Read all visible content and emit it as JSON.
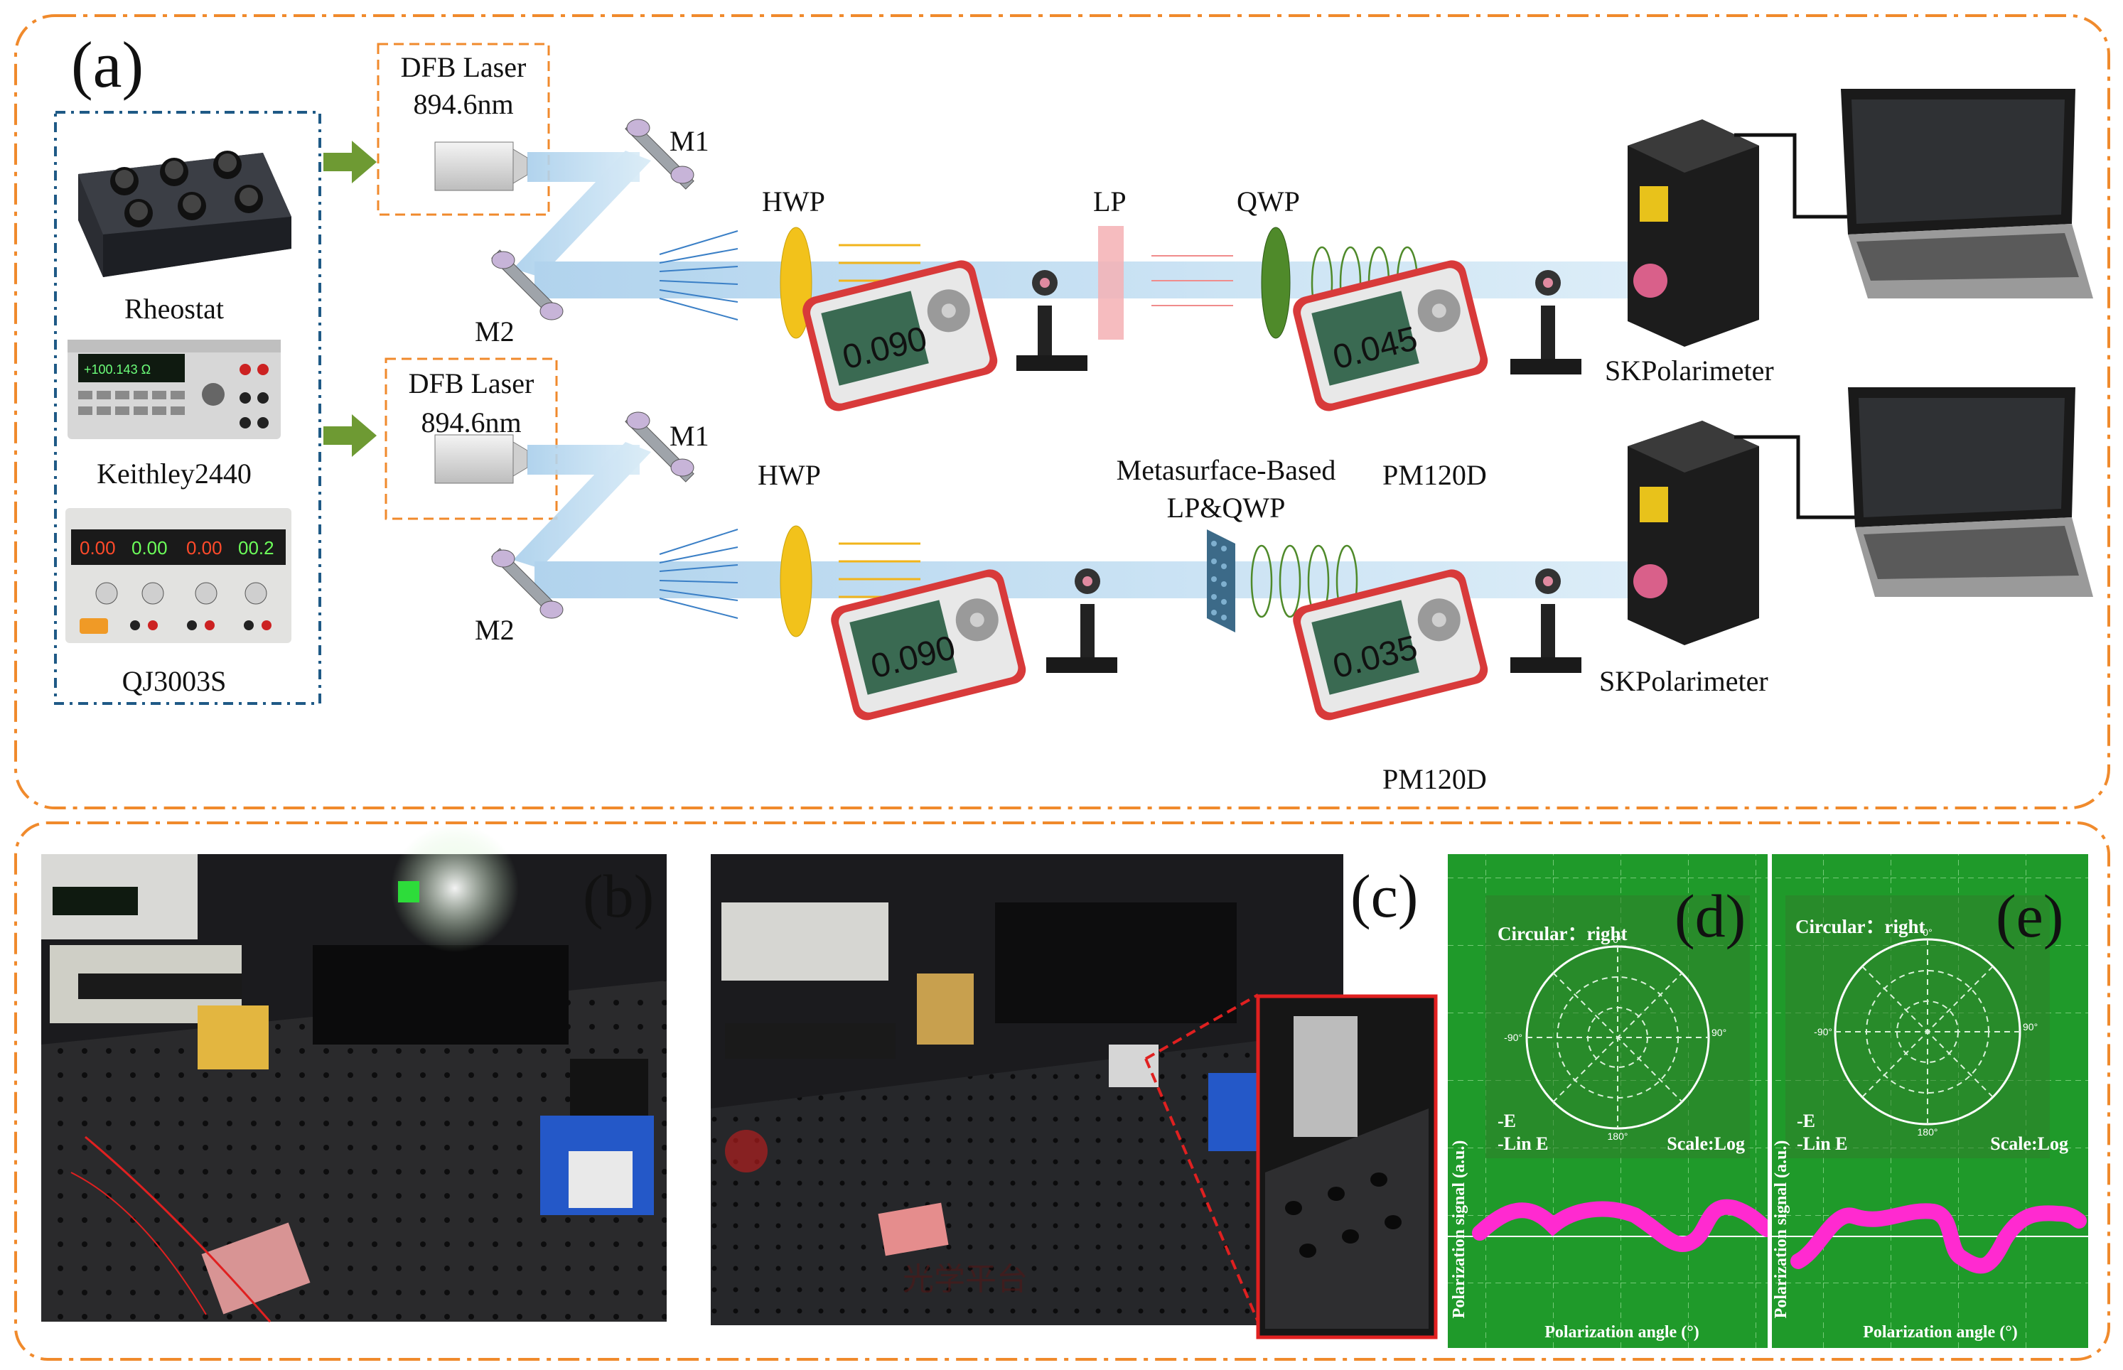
{
  "panel_a": {
    "label": "(a)",
    "top_path": {
      "laser_title": "DFB Laser",
      "laser_wavelength": "894.6nm",
      "m1": "M1",
      "m2": "M2",
      "hwp": "HWP",
      "lp": "LP",
      "qwp": "QWP",
      "meter_reading": "0.090",
      "meter_reading_2": "0.045",
      "polarimeter": "SKPolarimeter",
      "power_meter": "PM120D"
    },
    "bottom_path": {
      "laser_title": "DFB Laser",
      "laser_wavelength": "894.6nm",
      "m1": "M1",
      "m2": "M2",
      "hwp": "HWP",
      "metasurface_line1": "Metasurface-Based",
      "metasurface_line2": "LP&QWP",
      "meter_reading": "0.090",
      "meter_reading_2": "0.035",
      "polarimeter": "SKPolarimeter",
      "power_meter": "PM120D"
    },
    "instruments": {
      "rheostat": "Rheostat",
      "keithley": "Keithley2440",
      "keithley_display": "+100.143 Ω",
      "qj": "QJ3003S",
      "qj_displays": [
        "0.00",
        "0.00",
        "0.00",
        "00.2"
      ]
    },
    "colors": {
      "frame": "#f08a2c",
      "instrument_box": "#1f5a86",
      "beam": "#b8d8ef",
      "arrow_green": "#6e9a33",
      "meter_red": "#d63a3a",
      "hwp_yellow": "#f2c21b",
      "qwp_green": "#4f8a2a",
      "lp_pink": "#f4b0b4",
      "mirror_purple": "#c7b4d8"
    }
  },
  "panel_b": {
    "label": "(b)"
  },
  "panel_c": {
    "label": "(c)",
    "bench_text": "光学平台"
  },
  "panel_d": {
    "label": "(d)",
    "circular": "Circular：right",
    "e": "-E",
    "lin_e": "-Lin E",
    "scale": "Scale:Log",
    "ylabel": "Polarization signal (a.u.)",
    "xlabel": "Polarization angle (°)",
    "angles": [
      "0°",
      "90°",
      "180°",
      "-90°"
    ]
  },
  "panel_e": {
    "label": "(e)",
    "circular": "Circular：right",
    "e": "-E",
    "lin_e": "-Lin E",
    "scale": "Scale:Log",
    "ylabel": "Polarization signal (a.u.)",
    "xlabel": "Polarization angle (°)",
    "angles": [
      "0°",
      "90°",
      "180°",
      "-90°"
    ]
  }
}
